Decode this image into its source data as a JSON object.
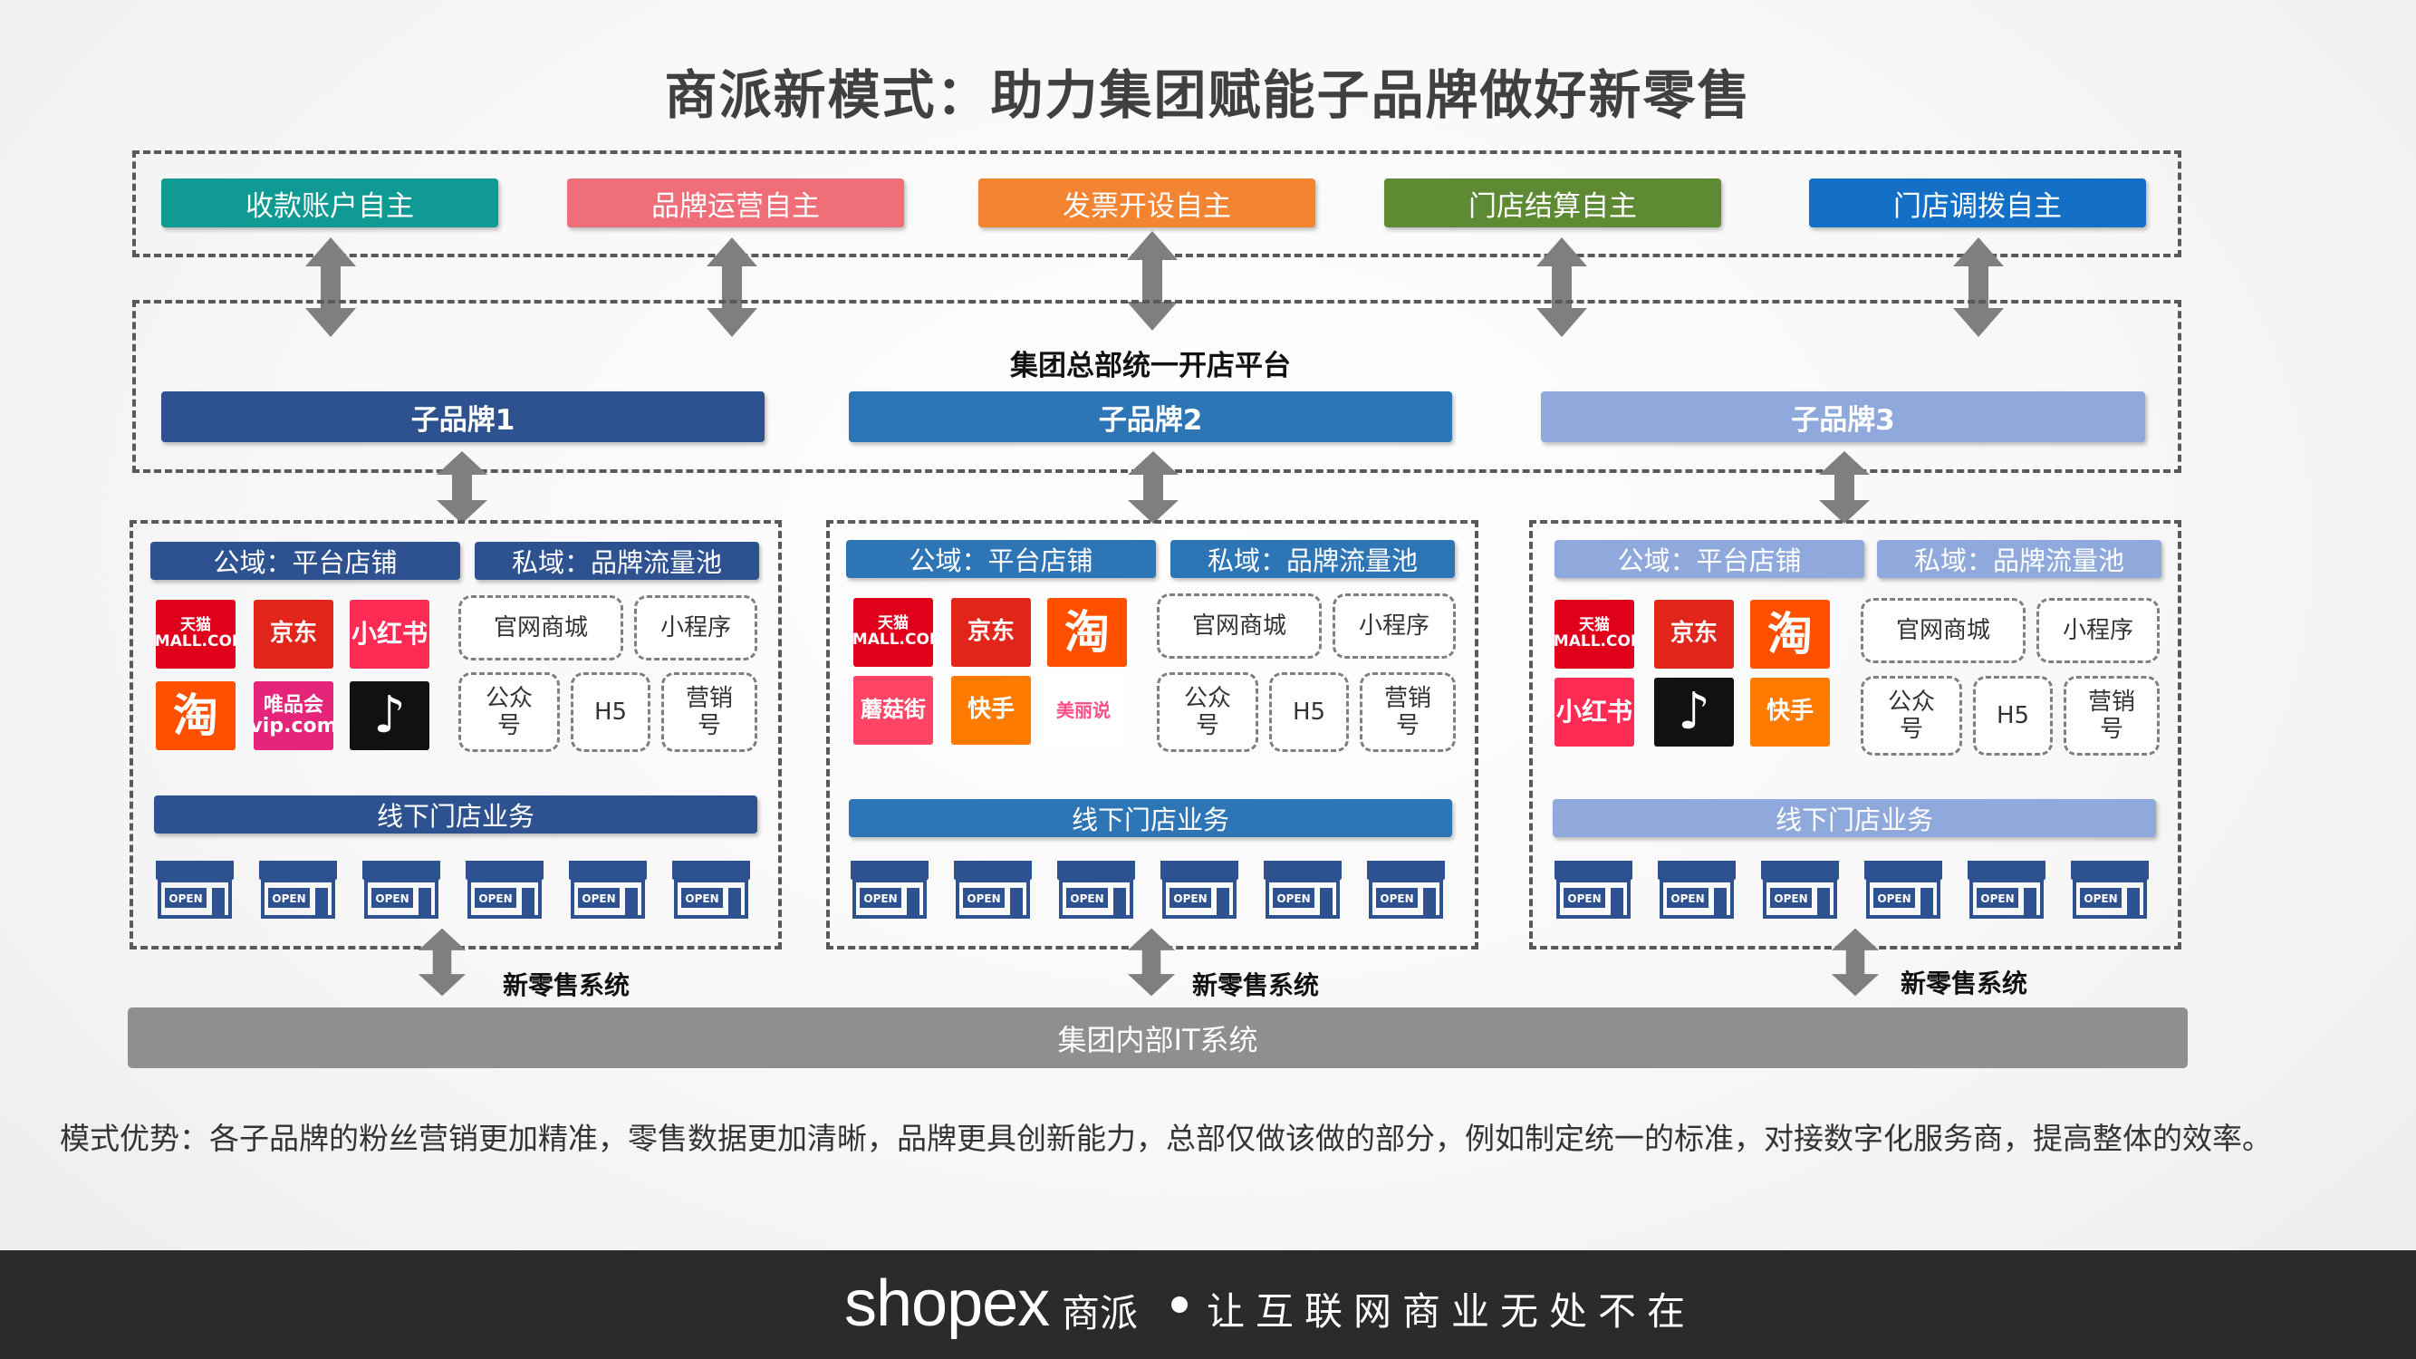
{
  "title": "商派新模式：助力集团赋能子品牌做好新零售",
  "top_modules": [
    {
      "label": "收款账户自主",
      "color": "#0f9a93"
    },
    {
      "label": "品牌运营自主",
      "color": "#f06e78"
    },
    {
      "label": "发票开设自主",
      "color": "#f28432"
    },
    {
      "label": "门店结算自主",
      "color": "#5e8a34"
    },
    {
      "label": "门店调拨自主",
      "color": "#1370c6"
    }
  ],
  "platform": {
    "title": "集团总部统一开店平台",
    "brands": [
      {
        "label": "子品牌1",
        "color": "#2e5290"
      },
      {
        "label": "子品牌2",
        "color": "#2e75b6"
      },
      {
        "label": "子品牌3",
        "color": "#8fa9dc"
      }
    ]
  },
  "panels": [
    {
      "public_label": "公域：平台店铺",
      "private_label": "私域：品牌流量池",
      "offline_label": "线下门店业务",
      "color": "#2e5290",
      "logos": [
        {
          "name": "tmall-logo",
          "text": "天猫 TMALL.COM",
          "bg": "#e1001b"
        },
        {
          "name": "jd-logo",
          "text": "京东",
          "bg": "#e1251b"
        },
        {
          "name": "xiaohongshu-logo",
          "text": "小红书",
          "bg": "#fe2c55"
        },
        {
          "name": "taobao-logo",
          "text": "淘",
          "bg": "#ff5000"
        },
        {
          "name": "vip-logo",
          "text": "唯品会 vip.com",
          "bg": "#e42579"
        },
        {
          "name": "douyin-logo",
          "text": "♪",
          "bg": "#111111"
        }
      ],
      "chips": [
        "官网商城",
        "小程序",
        "公众号",
        "H5",
        "营销号"
      ]
    },
    {
      "public_label": "公域：平台店铺",
      "private_label": "私域：品牌流量池",
      "offline_label": "线下门店业务",
      "color": "#2e75b6",
      "logos": [
        {
          "name": "tmall-logo",
          "text": "天猫 TMALL.COM",
          "bg": "#e1001b"
        },
        {
          "name": "jd-logo",
          "text": "京东",
          "bg": "#e1251b"
        },
        {
          "name": "taobao-logo",
          "text": "淘",
          "bg": "#ff5000"
        },
        {
          "name": "mogujie-logo",
          "text": "蘑菇街",
          "bg": "#ff4466"
        },
        {
          "name": "kuaishou-logo",
          "text": "快手",
          "bg": "#ff7a00"
        },
        {
          "name": "meilishuo-logo",
          "text": "美丽说",
          "bg": "#ffffff"
        }
      ],
      "chips": [
        "官网商城",
        "小程序",
        "公众号",
        "H5",
        "营销号"
      ]
    },
    {
      "public_label": "公域：平台店铺",
      "private_label": "私域：品牌流量池",
      "offline_label": "线下门店业务",
      "color": "#8fa9dc",
      "logos": [
        {
          "name": "tmall-logo",
          "text": "天猫 TMALL.COM",
          "bg": "#e1001b"
        },
        {
          "name": "jd-logo",
          "text": "京东",
          "bg": "#e1251b"
        },
        {
          "name": "taobao-logo",
          "text": "淘",
          "bg": "#ff5000"
        },
        {
          "name": "xiaohongshu-logo",
          "text": "小红书",
          "bg": "#fe2c55"
        },
        {
          "name": "douyin-logo",
          "text": "♪",
          "bg": "#111111"
        },
        {
          "name": "kuaishou-logo",
          "text": "快手",
          "bg": "#ff7a00"
        }
      ],
      "chips": [
        "官网商城",
        "小程序",
        "公众号",
        "H5",
        "营销号"
      ]
    }
  ],
  "store_sign": "OPEN",
  "new_retail_label": "新零售系统",
  "it_system": "集团内部IT系统",
  "note": "模式优势：各子品牌的粉丝营销更加精准，零售数据更加清晰，品牌更具创新能力，总部仅做该做的部分，例如制定统一的标准，对接数字化服务商，提高整体的效率。",
  "footer": {
    "brand": "shopex",
    "brand_cn": "商派",
    "slogan": "让互联网商业无处不在"
  }
}
